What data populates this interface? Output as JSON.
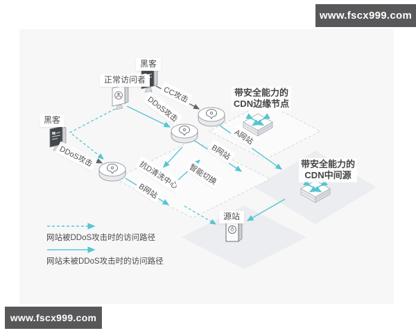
{
  "watermark": {
    "text": "www.fscx999.com"
  },
  "diagram": {
    "labels": {
      "hacker_top": "黑客",
      "hacker_left": "黑客",
      "visitor": "正常访问者",
      "cc_attack": "CC攻击",
      "ddos_attack_top": "DDoS攻击",
      "ddos_attack_left": "DDoS攻击",
      "edge_node_line1": "带安全能力的",
      "edge_node_line2": "CDN边缘节点",
      "mid_source_line1": "带安全能力的",
      "mid_source_line2": "CDN中间源",
      "site_a": "A网站",
      "site_b_upper": "B网站",
      "site_b_lower": "B网站",
      "cleaning_center": "抗D清洗中心",
      "smart_switch": "智能切换",
      "origin": "源站"
    },
    "legend": {
      "attacked_path": "网站被DDoS攻击时的访问路径",
      "normal_path": "网站未被DDoS攻击时的访问路径"
    },
    "colors": {
      "accent_cyan": "#56c5d1",
      "attack_dark": "#5f6368",
      "panel_bg": "#f7f7f8",
      "platform_fill": "#ebedf0",
      "watermark_bg": "#58585a"
    }
  }
}
